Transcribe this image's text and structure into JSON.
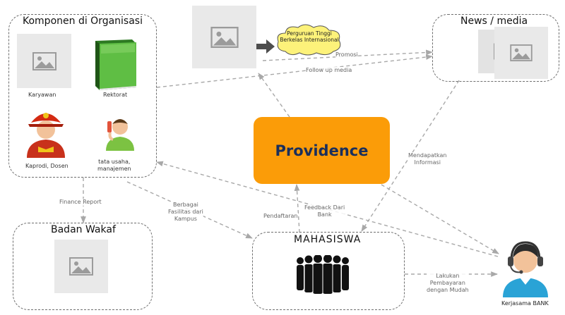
{
  "diagram": {
    "core": "Providence",
    "groups": {
      "organisasi": "Komponen di Organisasi",
      "news": "News / media",
      "badan": "Badan Wakaf",
      "mahasiswa": "MAHASISWA"
    },
    "nodes": {
      "karyawan": "Karyawan",
      "rektorat": "Rektorat",
      "kaprodi": "Kaprodi, Dosen",
      "tata_usaha": [
        "tata usaha,",
        "manajemen"
      ],
      "cloud": [
        "Perguruan Tinggi",
        "Berkelas Internasional"
      ],
      "bank": "Kerjasama BANK"
    },
    "edges": {
      "promosi": "Promosi",
      "follow_up": "Follow up media",
      "finance": "Finance Report",
      "fasilitas": [
        "Berbagai",
        "Fasilitas dari",
        "Kampus"
      ],
      "pendaftaran": "Pendaftaran",
      "feedback": [
        "Feedback Dari",
        "Bank"
      ],
      "informasi": [
        "Mendapatkan",
        "Informasi"
      ],
      "pembayaran": [
        "Lakukan",
        "Pembayaran",
        "dengan Mudah"
      ]
    }
  },
  "colors": {
    "core_fill": "#fb9c08",
    "core_text": "#1a2f5c",
    "cloud_fill": "#fdf27a",
    "book_green": "#4caf3a",
    "helmet_red": "#d42a12",
    "agent_blue": "#2aa3d6",
    "edge": "#a8a8a8"
  },
  "icons": [
    "image-placeholder-icon",
    "book-icon",
    "firefighter-icon",
    "phone-person-icon",
    "crowd-icon",
    "headset-agent-icon",
    "arrow-right-icon",
    "cloud-icon"
  ]
}
